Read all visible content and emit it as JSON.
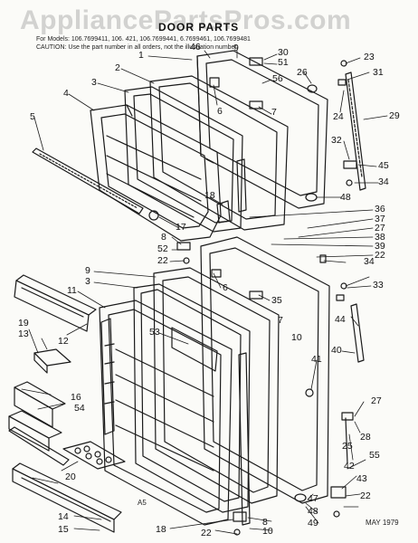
{
  "watermark": "AppliancePartsPros.com",
  "title": "DOOR PARTS",
  "models_line": "For Models: 106.7699411, 106.  421, 106.7699441,  6.7699461, 106.7699481",
  "caution_line": "CAUTION: Use the part number in all orders, not the illustration number.",
  "footer_code": "A5",
  "date_stamp": "MAY 1979",
  "labels": [
    {
      "id": "1",
      "text": "1"
    },
    {
      "id": "2",
      "text": "2"
    },
    {
      "id": "3a",
      "text": "3"
    },
    {
      "id": "4",
      "text": "4"
    },
    {
      "id": "5",
      "text": "5"
    },
    {
      "id": "46",
      "text": "46"
    },
    {
      "id": "9a",
      "text": "9"
    },
    {
      "id": "30",
      "text": "30"
    },
    {
      "id": "51",
      "text": "51"
    },
    {
      "id": "56",
      "text": "56"
    },
    {
      "id": "26",
      "text": "26"
    },
    {
      "id": "23",
      "text": "23"
    },
    {
      "id": "31",
      "text": "31"
    },
    {
      "id": "6a",
      "text": "6"
    },
    {
      "id": "7a",
      "text": "7"
    },
    {
      "id": "24",
      "text": "24"
    },
    {
      "id": "29",
      "text": "29"
    },
    {
      "id": "32",
      "text": "32"
    },
    {
      "id": "45",
      "text": "45"
    },
    {
      "id": "34a",
      "text": "34"
    },
    {
      "id": "48a",
      "text": "48"
    },
    {
      "id": "18a",
      "text": "18"
    },
    {
      "id": "17",
      "text": "17"
    },
    {
      "id": "36",
      "text": "36"
    },
    {
      "id": "37",
      "text": "37"
    },
    {
      "id": "27a",
      "text": "27"
    },
    {
      "id": "38",
      "text": "38"
    },
    {
      "id": "39",
      "text": "39"
    },
    {
      "id": "22a",
      "text": "22"
    },
    {
      "id": "8a",
      "text": "8"
    },
    {
      "id": "52",
      "text": "52"
    },
    {
      "id": "22b",
      "text": "22"
    },
    {
      "id": "9b",
      "text": "9"
    },
    {
      "id": "3b",
      "text": "3"
    },
    {
      "id": "11",
      "text": "11"
    },
    {
      "id": "6b",
      "text": "6"
    },
    {
      "id": "35",
      "text": "35"
    },
    {
      "id": "34b",
      "text": "34"
    },
    {
      "id": "33",
      "text": "33"
    },
    {
      "id": "7b",
      "text": "7"
    },
    {
      "id": "10",
      "text": "10"
    },
    {
      "id": "19",
      "text": "19"
    },
    {
      "id": "13",
      "text": "13"
    },
    {
      "id": "12",
      "text": "12"
    },
    {
      "id": "53",
      "text": "53"
    },
    {
      "id": "44",
      "text": "44"
    },
    {
      "id": "40",
      "text": "40"
    },
    {
      "id": "41",
      "text": "41"
    },
    {
      "id": "16",
      "text": "16"
    },
    {
      "id": "54",
      "text": "54"
    },
    {
      "id": "27b",
      "text": "27"
    },
    {
      "id": "28",
      "text": "28"
    },
    {
      "id": "25",
      "text": "25"
    },
    {
      "id": "55",
      "text": "55"
    },
    {
      "id": "20",
      "text": "20"
    },
    {
      "id": "42",
      "text": "42"
    },
    {
      "id": "43",
      "text": "43"
    },
    {
      "id": "22c",
      "text": "22"
    },
    {
      "id": "47",
      "text": "47"
    },
    {
      "id": "48b",
      "text": "48"
    },
    {
      "id": "49",
      "text": "49"
    },
    {
      "id": "14",
      "text": "14"
    },
    {
      "id": "15",
      "text": "15"
    },
    {
      "id": "18b",
      "text": "18"
    },
    {
      "id": "22d",
      "text": "22"
    },
    {
      "id": "8b",
      "text": "8"
    },
    {
      "id": "10b",
      "text": "10"
    }
  ]
}
